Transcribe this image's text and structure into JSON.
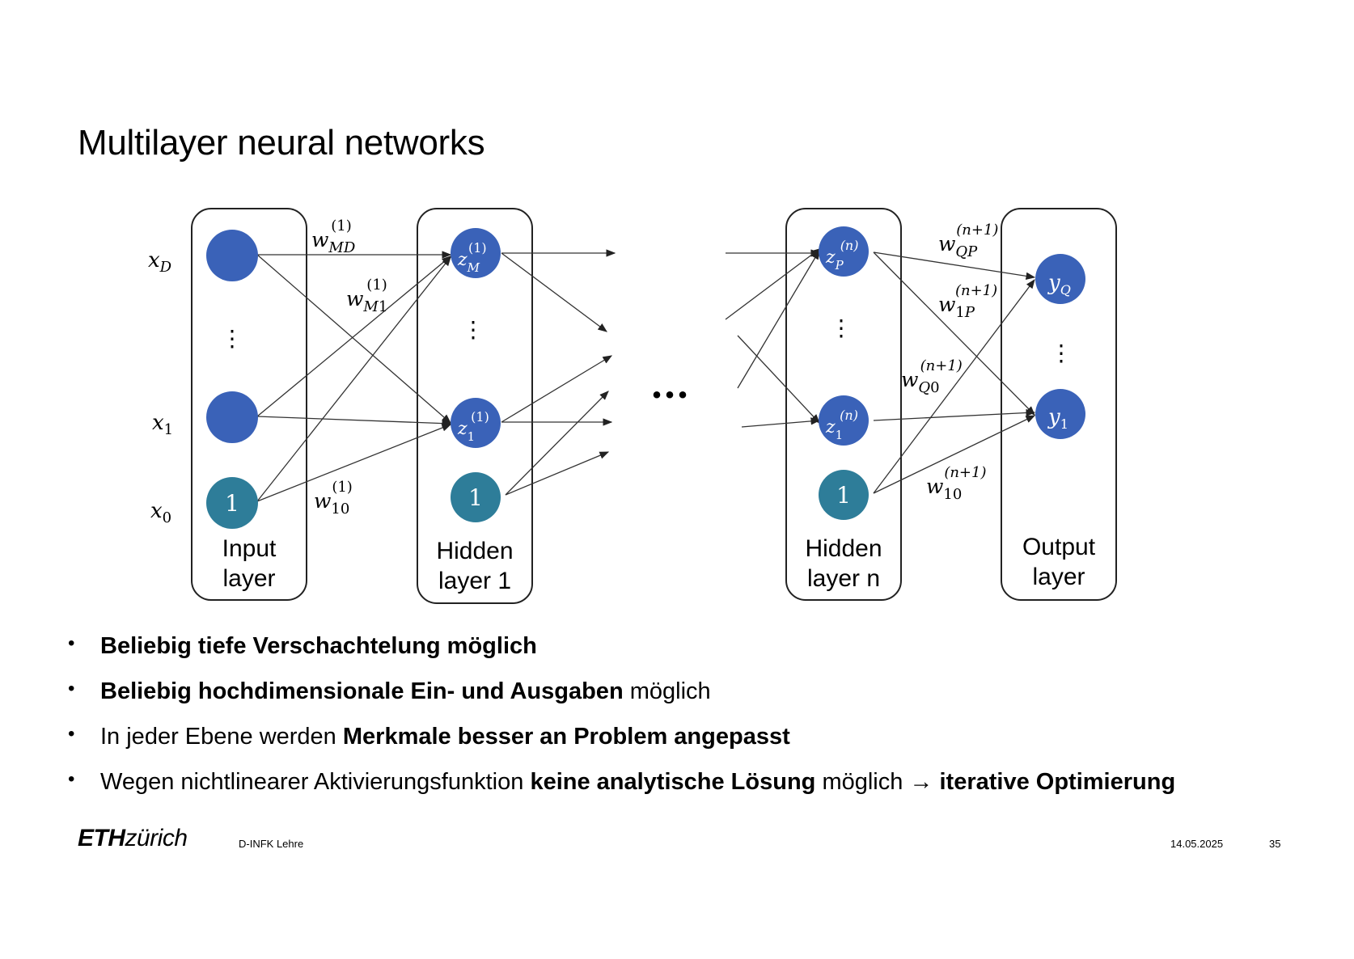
{
  "slide": {
    "title": "Multilayer neural networks",
    "page_number": "35",
    "date": "14.05.2025",
    "department": "D-INFK Lehre",
    "logo": {
      "eth": "ETH",
      "zurich": "zürich"
    }
  },
  "diagram": {
    "layers": {
      "input": "Input layer",
      "hidden1": "Hidden layer 1",
      "hiddenn": "Hidden layer n",
      "output": "Output layer"
    },
    "input_labels": {
      "xD": "x_D",
      "x1": "x_1",
      "x0": "x_0"
    },
    "bias_label": "1",
    "ellipsis": "⋮",
    "middle_dots": "...",
    "colors": {
      "neuron": "#3a62b8",
      "bias": "#2e7d99",
      "box": "#222222"
    },
    "weights": {
      "w_MD": "w_MD^(1)",
      "w_M1": "w_M1^(1)",
      "w_10": "w_10^(1)",
      "w_QP": "w_QP^(n+1)",
      "w_1P": "w_1P^(n+1)",
      "w_Q0": "w_Q0^(n+1)",
      "w_10_out": "w_10^(n+1)"
    },
    "neurons": {
      "zM": "z_M^(1)",
      "z1": "z_1^(1)",
      "zP": "z_P^(n)",
      "z1n": "z_1^(n)",
      "yQ": "y_Q",
      "y1": "y_1"
    }
  },
  "bullets": [
    [
      {
        "text": "Beliebig tiefe Verschachtelung möglich",
        "bold": true
      }
    ],
    [
      {
        "text": "Beliebig hochdimensionale Ein- und Ausgaben",
        "bold": true
      },
      {
        "text": " möglich",
        "bold": false
      }
    ],
    [
      {
        "text": "In jeder Ebene werden ",
        "bold": false
      },
      {
        "text": "Merkmale besser an Problem angepasst",
        "bold": true
      }
    ],
    [
      {
        "text": "Wegen nichtlinearer Aktivierungsfunktion ",
        "bold": false
      },
      {
        "text": "keine analytische Lösung",
        "bold": true
      },
      {
        "text": " möglich → ",
        "bold": false
      },
      {
        "text": "iterative Optimierung",
        "bold": true
      }
    ]
  ]
}
